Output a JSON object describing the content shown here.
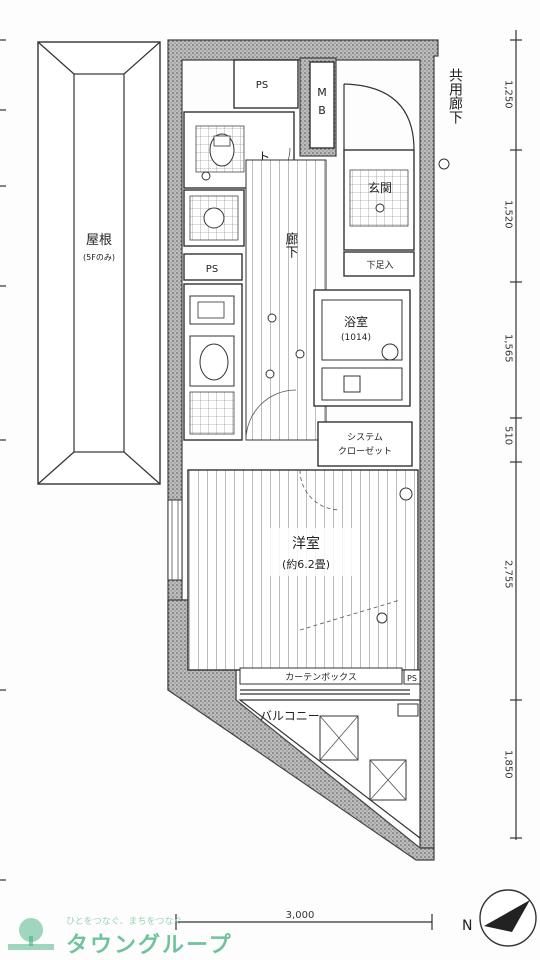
{
  "rooms": {
    "roof": "屋根",
    "roof_note": "(5Fのみ)",
    "ps_top": "PS",
    "mb": "M\nB",
    "toilet": "トイレ",
    "corridor_shared": "共用廊下",
    "entrance": "玄関",
    "shoe_box": "下足入",
    "hallway": "廊下",
    "ps_mid": "PS",
    "bath": "浴室",
    "bath_size": "(1014)",
    "system_closet_1": "システム",
    "system_closet_2": "クローゼット",
    "western_room": "洋室",
    "western_room_size": "(約6.2畳)",
    "curtain_box": "カーテンボックス",
    "balcony": "バルコニー",
    "ps_balcony": "PS"
  },
  "dimensions": {
    "d1": "1,250",
    "d2": "1,520",
    "d3": "1,565",
    "d4": "510",
    "d5": "2,755",
    "d6": "1,850",
    "width": "3,000"
  },
  "compass": {
    "label": "N"
  },
  "brand": {
    "tagline": "ひとをつなぐ、まちをつなぐ",
    "name": "タウングループ",
    "accent": "#41b07e"
  }
}
